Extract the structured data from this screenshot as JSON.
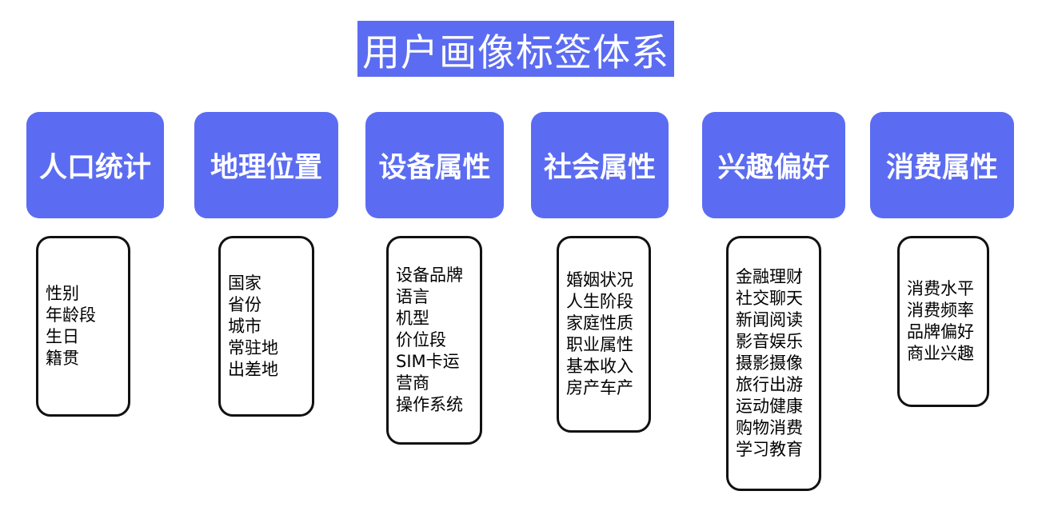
{
  "title": "用户画像标签体系",
  "colors": {
    "accent": "#5B6CF2",
    "header_text": "#FFFFFF",
    "list_border": "#111111",
    "list_bg": "#FFFFFF",
    "list_text": "#000000"
  },
  "columns": [
    {
      "label": "人口统计",
      "items": [
        "性别",
        "年龄段",
        "生日",
        "籍贯"
      ]
    },
    {
      "label": "地理位置",
      "items": [
        "国家",
        "省份",
        "城市",
        "常驻地",
        "出差地"
      ]
    },
    {
      "label": "设备属性",
      "items": [
        "设备品牌",
        "语言",
        "机型",
        "价位段",
        "SIM卡运营商",
        "操作系统"
      ]
    },
    {
      "label": "社会属性",
      "items": [
        "婚姻状况",
        "人生阶段",
        "家庭性质",
        "职业属性",
        "基本收入",
        "房产车产"
      ]
    },
    {
      "label": "兴趣偏好",
      "items": [
        "金融理财",
        "社交聊天",
        "新闻阅读",
        "影音娱乐",
        "摄影摄像",
        "旅行出游",
        "运动健康",
        "购物消费",
        "学习教育"
      ]
    },
    {
      "label": "消费属性",
      "items": [
        "消费水平",
        "消费频率",
        "品牌偏好",
        "商业兴趣"
      ]
    }
  ]
}
